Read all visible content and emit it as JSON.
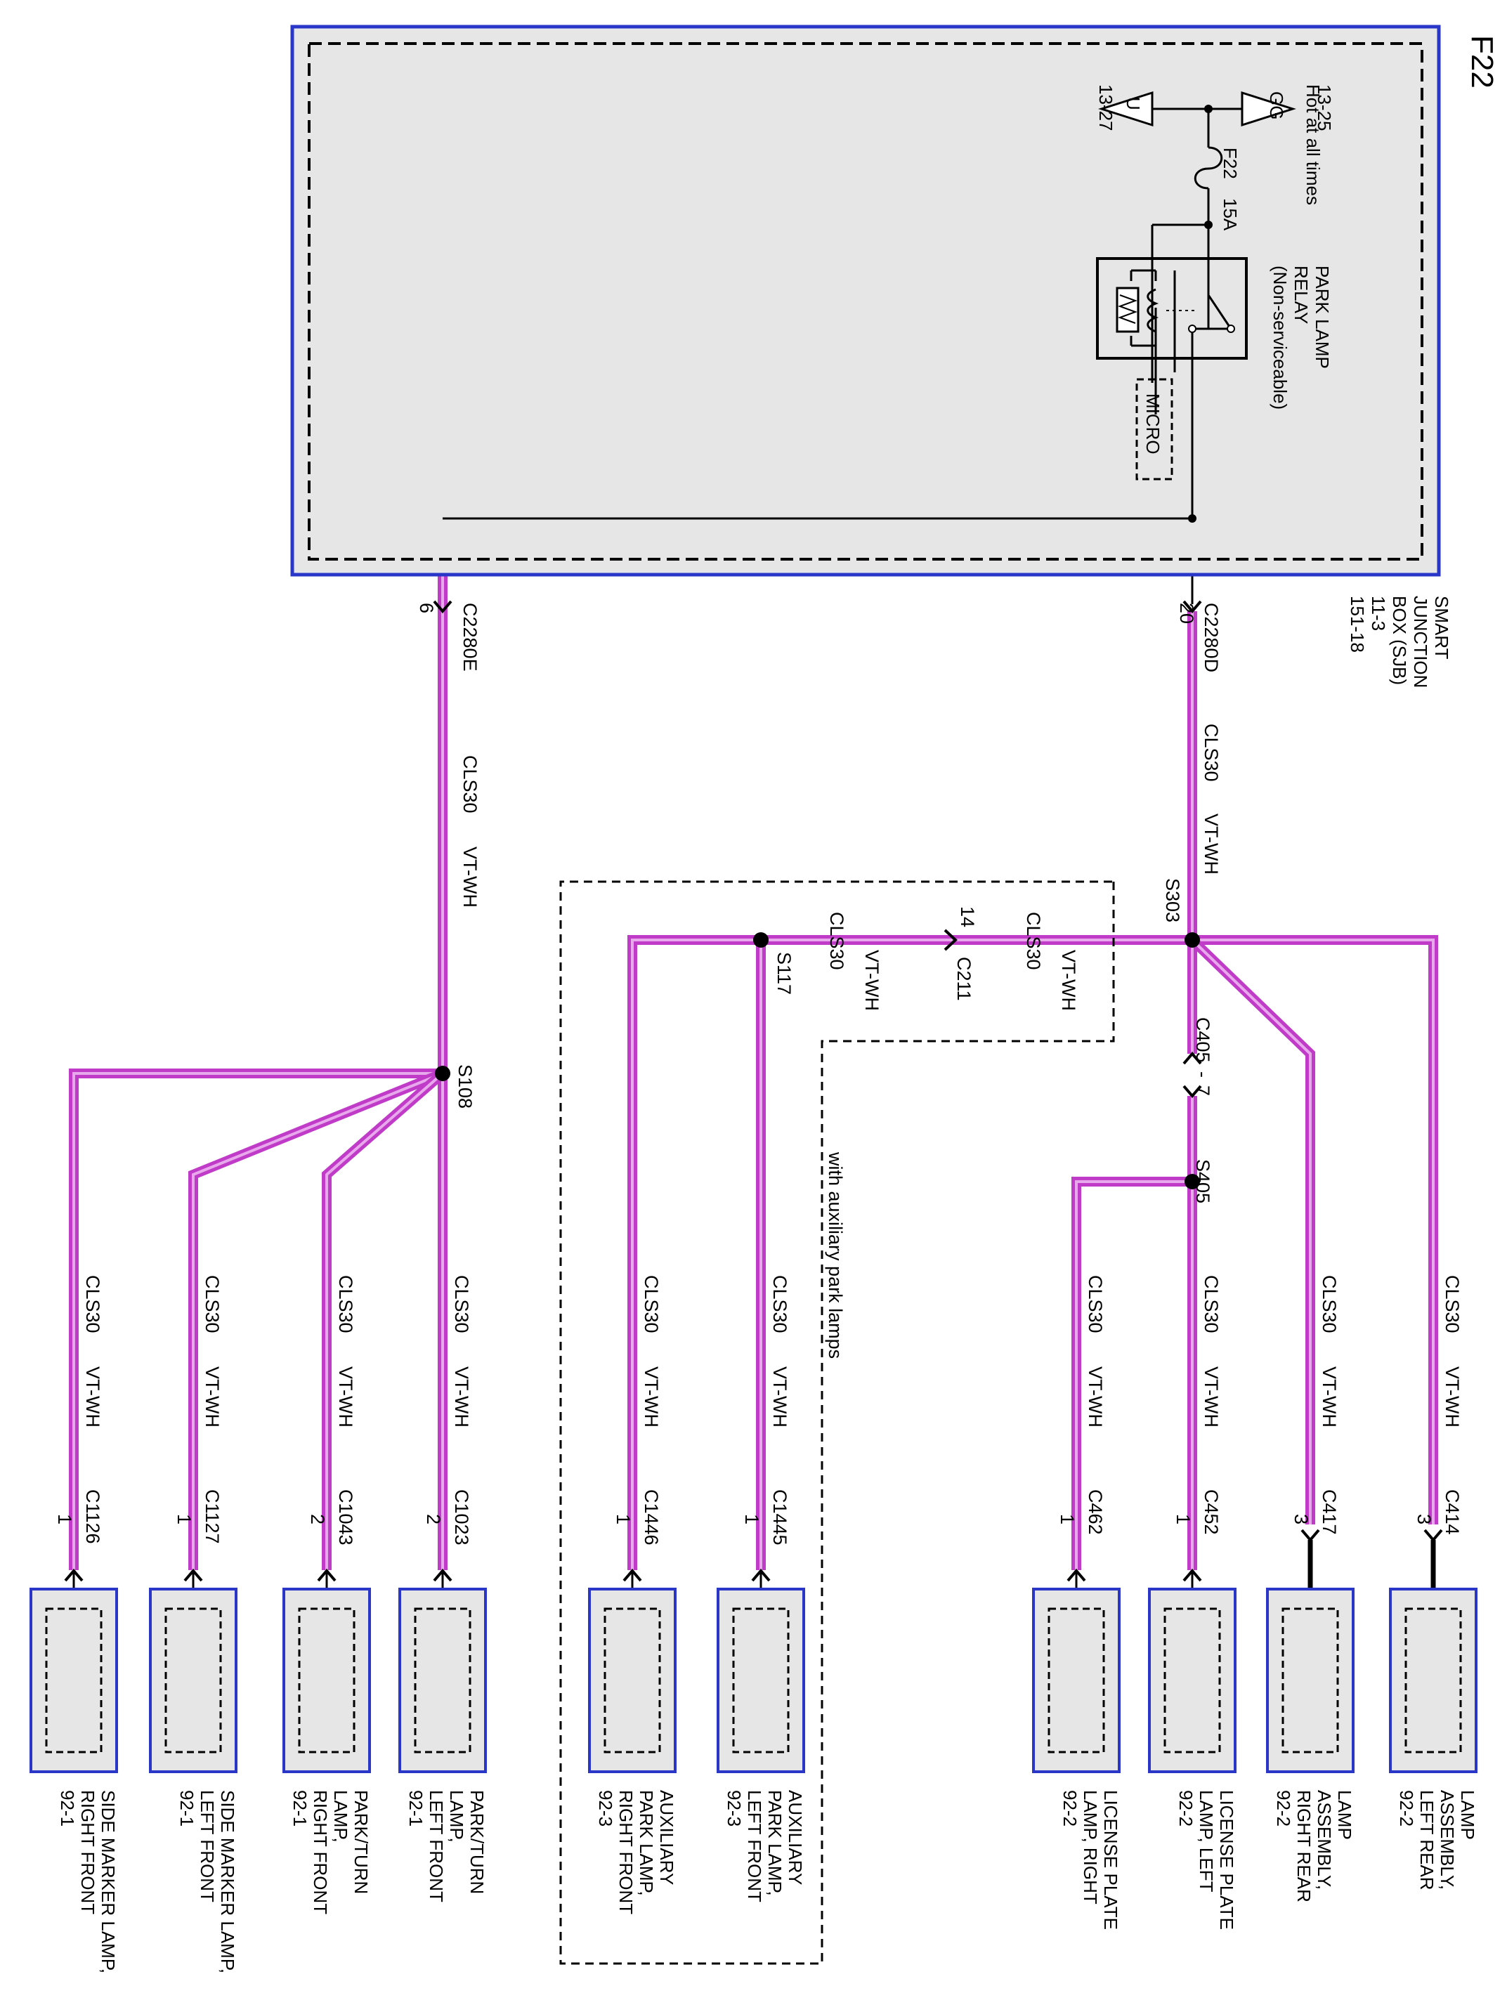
{
  "page_title": "F22",
  "sjb": {
    "label_lines": [
      "SMART",
      "JUNCTION",
      "BOX (SJB)",
      "11-3",
      "151-18"
    ],
    "hot_text": "Hot at all times",
    "gg_symbol": "GG",
    "gg_ref": "13-25",
    "u_symbol": "U",
    "u_ref": "13-27",
    "fuse_name": "F22",
    "fuse_rating": "15A",
    "relay_lines": [
      "PARK LAMP",
      "RELAY",
      "(Non-serviceable)"
    ],
    "micro": "MICRO"
  },
  "connectors": {
    "c2280d": "C2280D",
    "c2280d_pin": "20",
    "c2280e": "C2280E",
    "c2280e_pin": "6",
    "c211": "C211",
    "c211_pin": "14",
    "c405": "C405",
    "c405_pin": "7"
  },
  "splices": {
    "s303": "S303",
    "s117": "S117",
    "s405": "S405",
    "s108": "S108"
  },
  "wire": {
    "circuit": "CLS30",
    "color": "VT-WH",
    "wire_color_hex": "#c03cc8",
    "wire_core_hex": "#e8a8ec"
  },
  "option_note": "with auxiliary park lamps",
  "components": [
    {
      "connector": "C414",
      "pin": "3",
      "lines": [
        "LAMP",
        "ASSEMBLY,",
        "LEFT REAR",
        "92-2"
      ]
    },
    {
      "connector": "C417",
      "pin": "3",
      "lines": [
        "LAMP",
        "ASSEMBLY,",
        "RIGHT REAR",
        "92-2"
      ]
    },
    {
      "connector": "C452",
      "pin": "1",
      "lines": [
        "LICENSE PLATE",
        "LAMP, LEFT",
        "92-2"
      ]
    },
    {
      "connector": "C462",
      "pin": "1",
      "lines": [
        "LICENSE PLATE",
        "LAMP, RIGHT",
        "92-2"
      ]
    },
    {
      "connector": "C1445",
      "pin": "1",
      "lines": [
        "AUXILIARY",
        "PARK LAMP,",
        "LEFT FRONT",
        "92-3"
      ]
    },
    {
      "connector": "C1446",
      "pin": "1",
      "lines": [
        "AUXILIARY",
        "PARK LAMP,",
        "RIGHT FRONT",
        "92-3"
      ]
    },
    {
      "connector": "C1023",
      "pin": "2",
      "lines": [
        "PARK/TURN",
        "LAMP,",
        "LEFT FRONT",
        "92-1"
      ]
    },
    {
      "connector": "C1043",
      "pin": "2",
      "lines": [
        "PARK/TURN",
        "LAMP,",
        "RIGHT FRONT",
        "92-1"
      ]
    },
    {
      "connector": "C1127",
      "pin": "1",
      "lines": [
        "SIDE MARKER LAMP,",
        "LEFT FRONT",
        "92-1"
      ]
    },
    {
      "connector": "C1126",
      "pin": "1",
      "lines": [
        "SIDE MARKER LAMP,",
        "RIGHT FRONT",
        "92-1"
      ]
    }
  ],
  "colors": {
    "box_fill": "#e6e6e6",
    "box_border": "#2a36c8",
    "ink": "#000000"
  }
}
